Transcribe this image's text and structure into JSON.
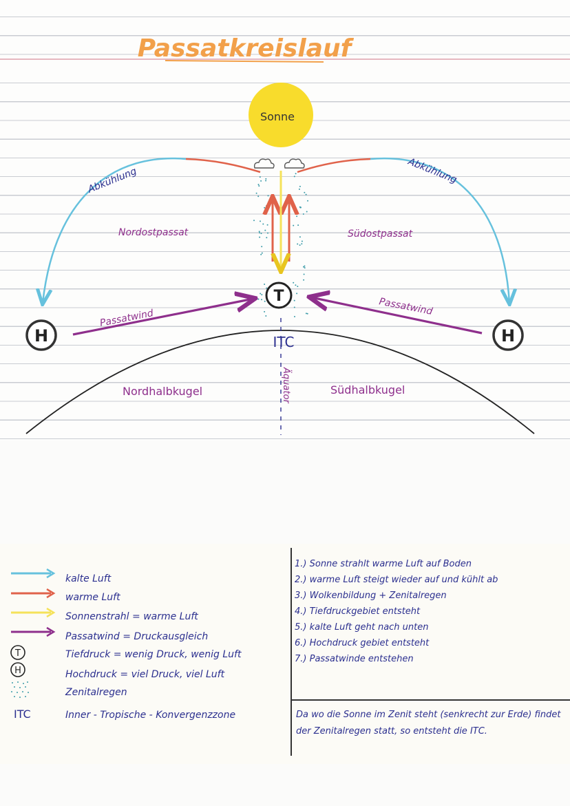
{
  "diagram": {
    "title": "Passatkreislauf",
    "sun_label": "Sonne",
    "cooling_left": "Abkühlung",
    "cooling_right": "Abkühlung",
    "ne_trade": "Nordostpassat",
    "se_trade": "Südostpassat",
    "trade_wind_left": "Passatwind",
    "trade_wind_right": "Passatwind",
    "low_symbol": "T",
    "high_symbol_left": "H",
    "high_symbol_right": "H",
    "itc_label": "ITC",
    "equator_label": "Äquator",
    "north_hemisphere": "Nordhalbkugel",
    "south_hemisphere": "Südhalbkugel"
  },
  "legend": {
    "items": [
      {
        "icon": "cold-air-arrow-icon",
        "color": "#66c1dd",
        "label": "kalte Luft"
      },
      {
        "icon": "warm-air-arrow-icon",
        "color": "#e0624a",
        "label": "warme Luft"
      },
      {
        "icon": "sunbeam-arrow-icon",
        "color": "#f5e25a",
        "label": "Sonnenstrahl = warme Luft"
      },
      {
        "icon": "trade-wind-arrow-icon",
        "color": "#8e2f8c",
        "label": "Passatwind = Druckausgleich"
      },
      {
        "icon": "low-pressure-icon",
        "symbol": "T",
        "label": "Tiefdruck = wenig Druck, wenig Luft"
      },
      {
        "icon": "high-pressure-icon",
        "symbol": "H",
        "label": "Hochdruck = viel Druck, viel Luft"
      },
      {
        "icon": "zenith-rain-dots-icon",
        "label": "Zenitalregen"
      },
      {
        "icon": "itc-text-icon",
        "symbol": "ITC",
        "label": "Inner - Tropische - Konvergenzzone"
      }
    ]
  },
  "steps": [
    "1.) Sonne strahlt warme Luft auf Boden",
    "2.) warme Luft steigt wieder auf und kühlt ab",
    "3.) Wolkenbildung + Zenitalregen",
    "4.) Tiefdruckgebiet entsteht",
    "5.) kalte Luft geht nach unten",
    "6.) Hochdruck gebiet entsteht",
    "7.) Passatwinde entstehen"
  ],
  "note": "Da wo die Sonne im Zenit steht (senkrecht zur Erde) findet der Zenitalregen statt, so entsteht die ITC.",
  "colors": {
    "title": "#f2a04a",
    "cold": "#66c1dd",
    "warm": "#e0624a",
    "sun": "#f8dc2c",
    "trade": "#8e2f8c",
    "ink": "#2b2f8f"
  }
}
